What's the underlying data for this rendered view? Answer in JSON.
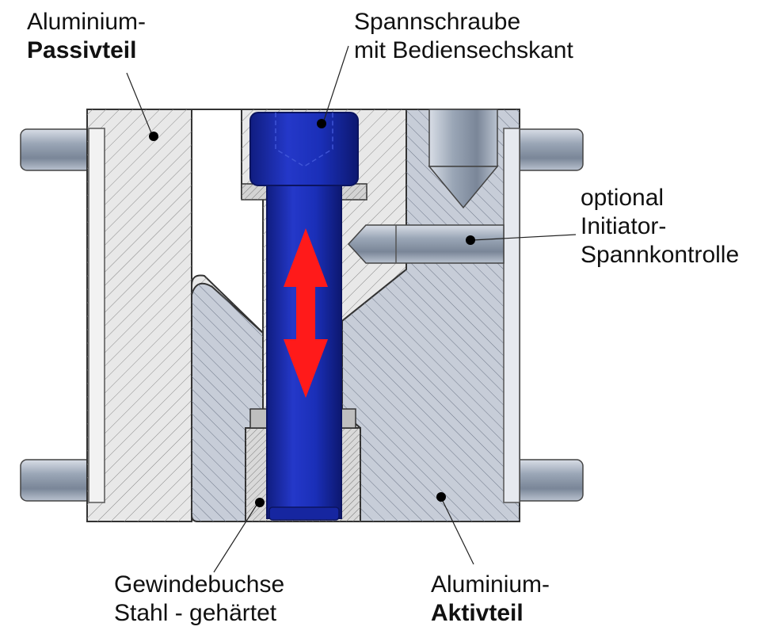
{
  "labels": {
    "passive": {
      "line1": "Aluminium-",
      "line2": "Passivteil"
    },
    "screw": {
      "line1": "Spannschraube",
      "line2": "mit Bediensechskant"
    },
    "initiator": {
      "line1": "optional",
      "line2": "Initiator-",
      "line3": "Spannkontrolle"
    },
    "bush": {
      "line1": "Gewindebuchse",
      "line2": "Stahl - gehärtet"
    },
    "active": {
      "line1": "Aluminium-",
      "line2": "Aktivteil"
    }
  },
  "colors": {
    "passive_fill": "#e6e6e6",
    "active_fill": "#c9cfd9",
    "screw_fill": "#1a2fb8",
    "arrow_fill": "#ff1a1a",
    "pin_fill": "#aab4c2",
    "hatch_stroke": "#7d7d7d",
    "outline": "#3a3a3a"
  },
  "icons": {
    "motion": "double-arrow-vertical-icon"
  }
}
